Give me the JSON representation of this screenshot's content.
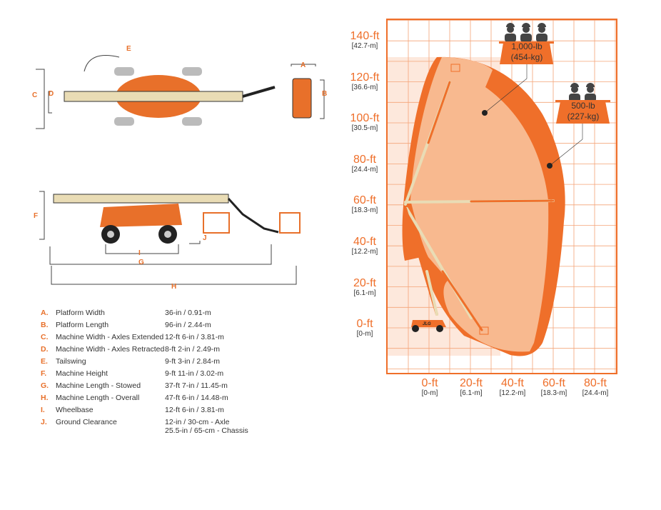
{
  "dimension_letters": {
    "A": "A",
    "B": "B",
    "C": "C",
    "D": "D",
    "E": "E",
    "F": "F",
    "G": "G",
    "H": "H",
    "I": "I",
    "J": "J"
  },
  "specs": [
    {
      "letter": "A.",
      "label": "Platform Width",
      "value": "36-in / 0.91-m"
    },
    {
      "letter": "B.",
      "label": "Platform Length",
      "value": "96-in / 2.44-m"
    },
    {
      "letter": "C.",
      "label": "Machine Width - Axles Extended",
      "value": "12-ft 6-in / 3.81-m"
    },
    {
      "letter": "D.",
      "label": "Machine Width - Axles Retracted",
      "value": "8-ft 2-in / 2.49-m"
    },
    {
      "letter": "E.",
      "label": "Tailswing",
      "value": "9-ft 3-in / 2.84-m"
    },
    {
      "letter": "F.",
      "label": "Machine Height",
      "value": "9-ft 11-in / 3.02-m"
    },
    {
      "letter": "G.",
      "label": "Machine Length - Stowed",
      "value": "37-ft 7-in / 11.45-m"
    },
    {
      "letter": "H.",
      "label": "Machine Length - Overall",
      "value": "47-ft 6-in / 14.48-m"
    },
    {
      "letter": "I.",
      "label": "Wheelbase",
      "value": "12-ft 6-in / 3.81-m"
    },
    {
      "letter": "J.",
      "label": "Ground Clearance",
      "value": "12-in / 30-cm - Axle",
      "value2": "25.5-in / 65-cm - Chassis"
    }
  ],
  "chart": {
    "y_ticks": [
      {
        "ft": "140-ft",
        "m": "[42.7-m]"
      },
      {
        "ft": "120-ft",
        "m": "[36.6-m]"
      },
      {
        "ft": "100-ft",
        "m": "[30.5-m]"
      },
      {
        "ft": "80-ft",
        "m": "[24.4-m]"
      },
      {
        "ft": "60-ft",
        "m": "[18.3-m]"
      },
      {
        "ft": "40-ft",
        "m": "[12.2-m]"
      },
      {
        "ft": "20-ft",
        "m": "[6.1-m]"
      },
      {
        "ft": "0-ft",
        "m": "[0-m]"
      }
    ],
    "x_ticks": [
      {
        "ft": "0-ft",
        "m": "[0-m]"
      },
      {
        "ft": "20-ft",
        "m": "[6.1-m]"
      },
      {
        "ft": "40-ft",
        "m": "[12.2-m]"
      },
      {
        "ft": "60-ft",
        "m": "[18.3-m]"
      },
      {
        "ft": "80-ft",
        "m": "[24.4-m]"
      }
    ],
    "capacity_1": {
      "lb": "1,000-lb",
      "kg": "(454-kg)",
      "people": 3
    },
    "capacity_2": {
      "lb": "500-lb",
      "kg": "(227-kg)",
      "people": 2
    },
    "brand": "JLG",
    "colors": {
      "orange": "#ef6f2a",
      "light": "#f8b98f",
      "grid": "#f4a377",
      "pale": "#fde8dc"
    }
  }
}
